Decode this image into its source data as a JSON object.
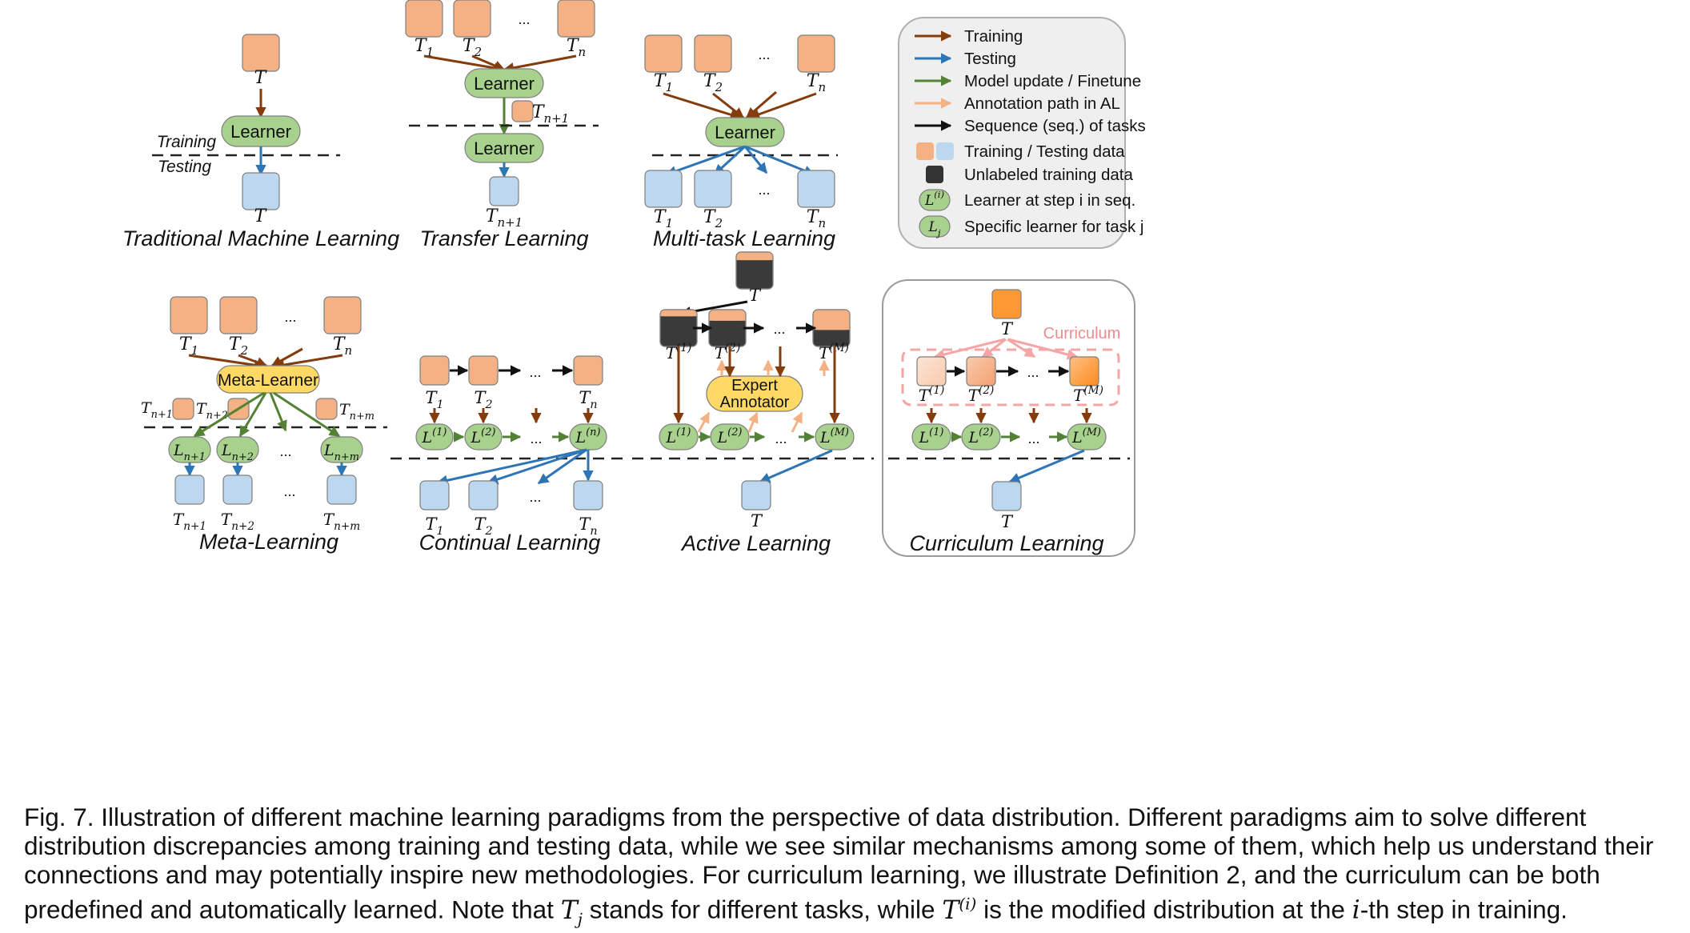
{
  "figure": {
    "panels": {
      "traditional": {
        "title": "Traditional Machine Learning",
        "train_task": "T",
        "test_task": "T",
        "learner": "Learner",
        "training_label": "Training",
        "testing_label": "Testing"
      },
      "transfer": {
        "title": "Transfer Learning",
        "tasks": [
          "T1",
          "T2",
          "Tn"
        ],
        "extra_task": "Tn+1",
        "test_task": "Tn+1",
        "learner": "Learner",
        "learner_finetuned": "Learner",
        "ellipsis": "..."
      },
      "multitask": {
        "title": "Multi-task Learning",
        "train_tasks": [
          "T1",
          "T2",
          "Tn"
        ],
        "test_tasks": [
          "T1",
          "T2",
          "Tn"
        ],
        "learner": "Learner",
        "ellipsis": "..."
      },
      "meta": {
        "title": "Meta-Learning",
        "train_tasks": [
          "T1",
          "T2",
          "Tn"
        ],
        "new_tasks": [
          "Tn+1",
          "Tn+2",
          "Tn+m"
        ],
        "learners": [
          "Ln+1",
          "Ln+2",
          "Ln+m"
        ],
        "test_tasks": [
          "Tn+1",
          "Tn+2",
          "Tn+m"
        ],
        "meta_learner": "Meta-Learner",
        "ellipsis": "..."
      },
      "continual": {
        "title": "Continual Learning",
        "train_tasks": [
          "T1",
          "T2",
          "Tn"
        ],
        "learners": [
          "L(1)",
          "L(2)",
          "L(n)"
        ],
        "test_tasks": [
          "T1",
          "T2",
          "Tn"
        ],
        "ellipsis": "..."
      },
      "active": {
        "title": "Active Learning",
        "pool_task": "T",
        "steps": [
          "T(1)",
          "T(2)",
          "T(M)"
        ],
        "annotator": [
          "Expert",
          "Annotator"
        ],
        "learners": [
          "L(1)",
          "L(2)",
          "L(M)"
        ],
        "test_task": "T",
        "ellipsis": "..."
      },
      "curriculum": {
        "title": "Curriculum Learning",
        "source_task": "T",
        "curriculum_label": "Curriculum",
        "steps": [
          "T(1)",
          "T(2)",
          "T(M)"
        ],
        "learners": [
          "L(1)",
          "L(2)",
          "L(M)"
        ],
        "test_task": "T",
        "ellipsis": "..."
      }
    },
    "legend": {
      "items": [
        {
          "label": "Training",
          "kind": "arrow",
          "color": "#843C0C"
        },
        {
          "label": "Testing",
          "kind": "arrow",
          "color": "#2E75B6"
        },
        {
          "label": "Model update / Finetune",
          "kind": "arrow",
          "color": "#548235"
        },
        {
          "label": "Annotation path in AL",
          "kind": "arrow",
          "color": "#F4B183"
        },
        {
          "label": "Sequence (seq.) of tasks",
          "kind": "arrow",
          "color": "#000000"
        },
        {
          "label": "Training / Testing data",
          "kind": "boxes"
        },
        {
          "label": "Unlabeled training data",
          "kind": "dark-box"
        },
        {
          "label": "Learner at step i in seq.",
          "kind": "learner",
          "symbol": "L(i)"
        },
        {
          "label": "Specific learner for task j",
          "kind": "learner",
          "symbol": "Lj"
        }
      ]
    },
    "colors": {
      "train_box": "#F4B183",
      "test_box": "#BDD7EE",
      "learner": "#A9D18E",
      "meta_learner": "#FFD966",
      "unlabeled": "#3A3A3A",
      "curriculum_box": "#FF9933",
      "curriculum_dash": "#F4A6A6"
    }
  },
  "caption": {
    "lines": [
      "Fig. 7. Illustration of different machine learning paradigms from the perspective of data distribution. Different paradigms aim to solve different",
      "distribution discrepancies among training and testing data, while we see similar mechanisms among some of them, which help us understand their",
      "connections and may potentially inspire new methodologies. For curriculum learning, we illustrate Definition 2, and the curriculum can be both"
    ],
    "last_line": {
      "pre": "predefined and automatically learned. Note that",
      "sym1": "T",
      "sym1_sub": "j",
      "mid": "stands for different tasks, while",
      "sym2": "T",
      "sym2_sup": "(i)",
      "mid2": "is the modified distribution at the",
      "sym3": "i",
      "post": "-th step in training."
    }
  }
}
